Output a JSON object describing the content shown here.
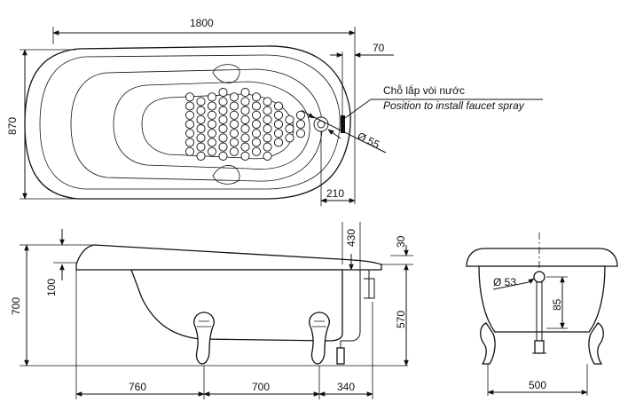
{
  "dimensions": {
    "top_length": "1800",
    "top_height": "870",
    "faucet_offset": "70",
    "drain_offset": "210",
    "drain_diameter": "Ø 55",
    "side_height": "700",
    "rim_height": "100",
    "top_rim": "430",
    "right_rim": "30",
    "drain_height": "570",
    "leg_offset_left": "760",
    "leg_spacing": "700",
    "leg_offset_right": "340",
    "end_pipe_diameter": "Ø 53",
    "end_pipe_height": "85",
    "end_width": "500"
  },
  "notes": {
    "faucet_vi": "Chỗ lắp vòi nước",
    "faucet_en": "Position to install faucet spray"
  },
  "colors": {
    "line": "#111111",
    "background": "#ffffff"
  }
}
